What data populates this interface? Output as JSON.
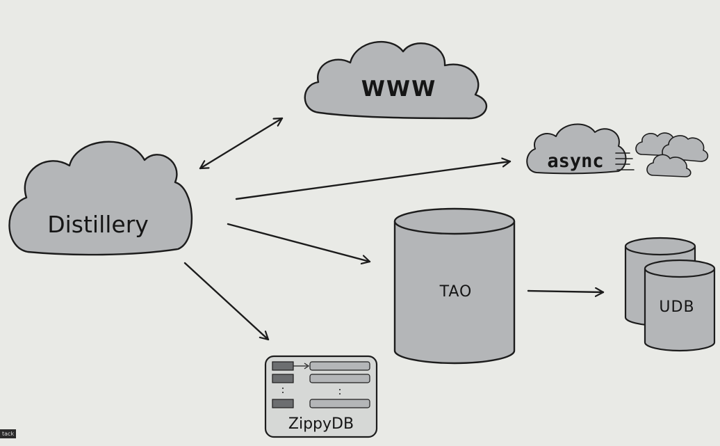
{
  "nodes": {
    "www": "WWW",
    "distillery": "Distillery",
    "async": "async",
    "tao": "TAO",
    "udb": "UDB",
    "zippydb": "ZippyDB"
  },
  "edges": [
    {
      "from": "Distillery",
      "to": "WWW",
      "type": "bidirectional"
    },
    {
      "from": "Distillery",
      "to": "async",
      "type": "directed"
    },
    {
      "from": "Distillery",
      "to": "TAO",
      "type": "directed"
    },
    {
      "from": "Distillery",
      "to": "ZippyDB",
      "type": "directed"
    },
    {
      "from": "TAO",
      "to": "UDB",
      "type": "directed"
    }
  ],
  "footer": {
    "corner_tag": "tack"
  },
  "colors": {
    "background": "#e9eae6",
    "shape_fill": "#b4b6b8",
    "stroke": "#1c1c1c"
  }
}
